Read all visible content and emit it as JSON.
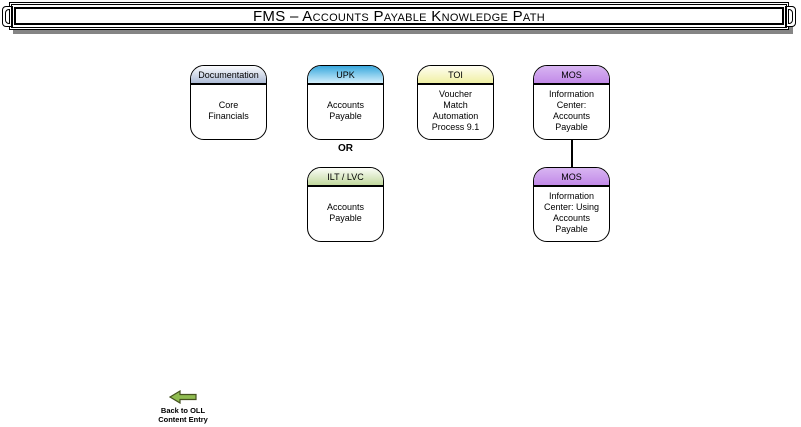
{
  "title": "FMS – Accounts Payable Knowledge Path",
  "or_label": "OR",
  "boxes": [
    {
      "id": "documentation",
      "header": "Documentation",
      "body": "Core\nFinancials",
      "gradient": {
        "from": "#fbfcfe",
        "to": "#aebcd6"
      }
    },
    {
      "id": "upk",
      "header": "UPK",
      "body": "Accounts\nPayable",
      "gradient": {
        "from": "#38a8dd",
        "to": "#d3effc"
      }
    },
    {
      "id": "toi",
      "header": "TOI",
      "body": "Voucher\nMatch\nAutomation\nProcess 9.1",
      "gradient": {
        "from": "#fffef2",
        "to": "#f0f0a4"
      }
    },
    {
      "id": "mos-accounts-payable",
      "header": "MOS",
      "body": "Information\nCenter:\nAccounts\nPayable",
      "gradient": {
        "from": "#d8b5f2",
        "to": "#c28ae8"
      }
    },
    {
      "id": "ilt-lvc",
      "header": "ILT / LVC",
      "body": "Accounts\nPayable",
      "gradient": {
        "from": "#fbfdf8",
        "to": "#c2d99e"
      }
    },
    {
      "id": "mos-using-accounts-payable",
      "header": "MOS",
      "body": "Information\nCenter: Using\nAccounts\nPayable",
      "gradient": {
        "from": "#d8b5f2",
        "to": "#c28ae8"
      }
    }
  ],
  "back_link": {
    "label": "Back to OLL\nContent Entry",
    "arrow_fill": "#8fbc50",
    "arrow_border": "#44511f"
  },
  "colors": {
    "box_border": "#000000",
    "frame_shadow": "#858585",
    "background": "#ffffff"
  }
}
